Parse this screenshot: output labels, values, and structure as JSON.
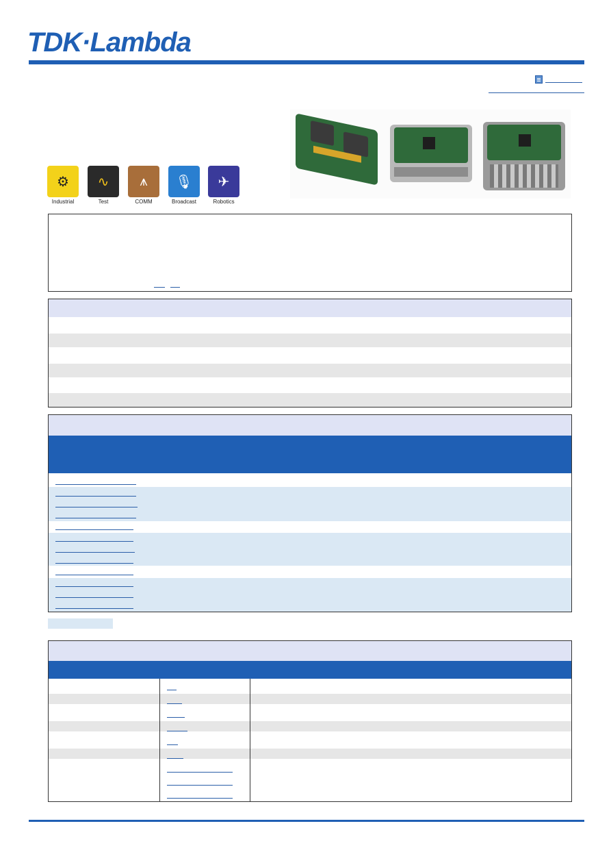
{
  "header": {
    "logo_text": "TDK·Lambda",
    "brand_color": "#1f5fb4"
  },
  "applications": [
    {
      "label": "Industrial",
      "icon": "gears-icon",
      "color": "#f3d21a"
    },
    {
      "label": "Test",
      "icon": "waveform-icon",
      "color": "#2a2a2a"
    },
    {
      "label": "COMM",
      "icon": "antenna-tower-icon",
      "color": "#a86e3a"
    },
    {
      "label": "Broadcast",
      "icon": "microphone-icon",
      "color": "#2a7fd0"
    },
    {
      "label": "Robotics",
      "icon": "drone-icon",
      "color": "#3a3a9a"
    }
  ],
  "colors": {
    "table_header_light": "#dfe3f5",
    "table_header_blue": "#1f5fb4",
    "row_stripe": "#e6e6e6",
    "row_highlight": "#dae8f4",
    "link": "#2a5ea8"
  }
}
